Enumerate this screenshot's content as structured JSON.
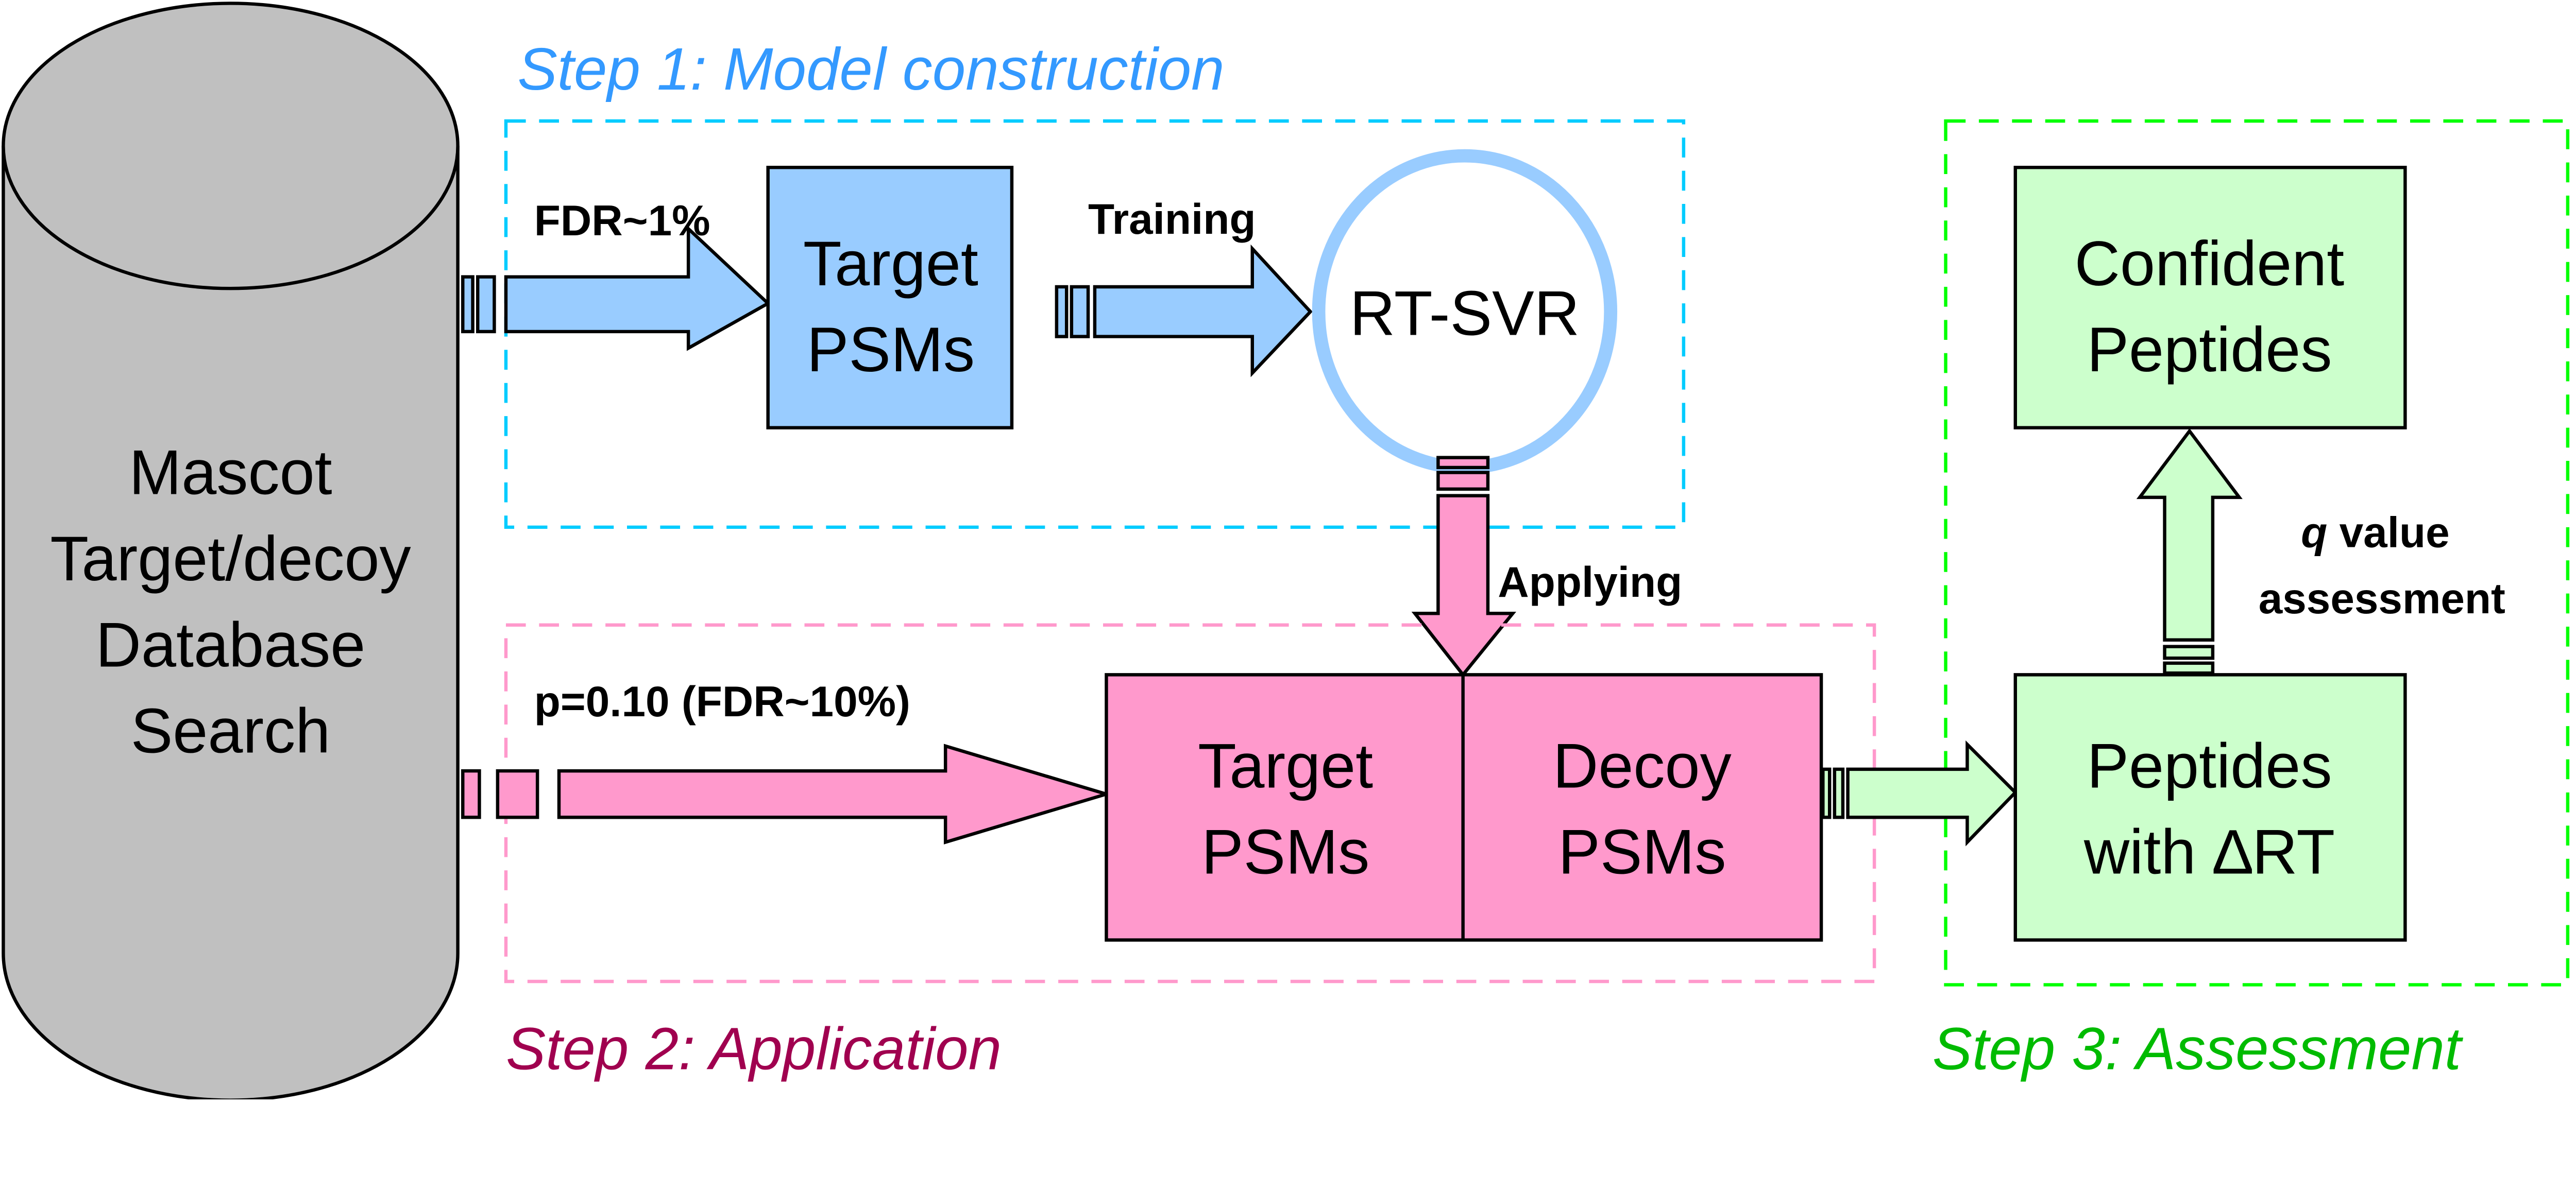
{
  "colors": {
    "step1": "#3399ff",
    "step1_box": "#00ccff",
    "blue_fill": "#99ccff",
    "step2": "#a0004f",
    "step2_box": "#ff99cc",
    "pink_fill": "#ff99cc",
    "step3": "#00bb00",
    "step3_box": "#00ff00",
    "green_fill": "#ccffcc",
    "database_fill": "#c0c0c0"
  },
  "database": {
    "lines": [
      "Mascot",
      "Target/decoy",
      "Database",
      "Search"
    ]
  },
  "step1": {
    "title": "Step 1: Model construction",
    "arrow_in_label": "FDR~1%",
    "target_box": [
      "Target",
      "PSMs"
    ],
    "training_label": "Training",
    "model": "RT-SVR"
  },
  "step2": {
    "title": "Step 2: Application",
    "applying_label": "Applying",
    "arrow_in_label": "p=0.10 (FDR~10%)",
    "target_box": [
      "Target",
      "PSMs"
    ],
    "decoy_box": [
      "Decoy",
      "PSMs"
    ]
  },
  "step3": {
    "title": "Step 3: Assessment",
    "peptides_box": [
      "Peptides",
      "with ∆RT"
    ],
    "confident_box": [
      "Confident",
      "Peptides"
    ],
    "q_label_italic": "q",
    "q_label_rest": " value",
    "q_label_line2": "assessment"
  }
}
